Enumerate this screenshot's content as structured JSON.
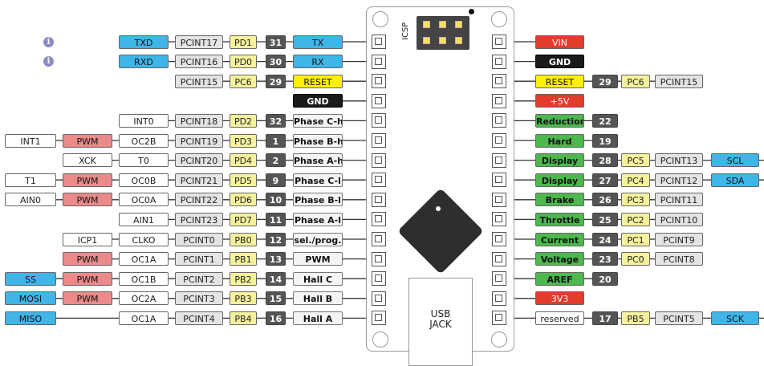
{
  "left_pins": [
    {
      "num": "31",
      "func": "TX",
      "func_color": "blue",
      "port": "PD1",
      "pcint": "PCINT17",
      "extra": [
        {
          "text": "TXD",
          "color": "blue"
        }
      ],
      "info": true
    },
    {
      "num": "30",
      "func": "RX",
      "func_color": "blue",
      "port": "PD0",
      "pcint": "PCINT16",
      "extra": [
        {
          "text": "RXD",
          "color": "blue"
        }
      ],
      "info": true
    },
    {
      "num": "29",
      "func": "RESET",
      "func_color": "yellow",
      "port": "PC6",
      "pcint": "PCINT15",
      "extra": []
    },
    {
      "num": "",
      "func": "GND",
      "func_color": "black",
      "port": "",
      "pcint": "",
      "extra": []
    },
    {
      "num": "32",
      "func": "Phase C-h",
      "func_color": "func",
      "port": "PD2",
      "pcint": "PCINT18",
      "extra": [
        {
          "text": "INT0",
          "color": "white"
        }
      ]
    },
    {
      "num": "1",
      "func": "Phase B-h",
      "func_color": "func",
      "port": "PD3",
      "pcint": "PCINT19",
      "extra": [
        {
          "text": "OC2B",
          "color": "white"
        },
        {
          "text": "PWM",
          "color": "pwm"
        },
        {
          "text": "INT1",
          "color": "white"
        }
      ]
    },
    {
      "num": "2",
      "func": "Phase A-h",
      "func_color": "func",
      "port": "PD4",
      "pcint": "PCINT20",
      "extra": [
        {
          "text": "T0",
          "color": "white"
        },
        {
          "text": "XCK",
          "color": "white"
        }
      ]
    },
    {
      "num": "9",
      "func": "Phase C-l",
      "func_color": "func",
      "port": "PD5",
      "pcint": "PCINT21",
      "extra": [
        {
          "text": "OC0B",
          "color": "white"
        },
        {
          "text": "PWM",
          "color": "pwm"
        },
        {
          "text": "T1",
          "color": "white"
        }
      ]
    },
    {
      "num": "10",
      "func": "Phase B-l",
      "func_color": "func",
      "port": "PD6",
      "pcint": "PCINT22",
      "extra": [
        {
          "text": "OC0A",
          "color": "white"
        },
        {
          "text": "PWM",
          "color": "pwm"
        },
        {
          "text": "AIN0",
          "color": "white"
        }
      ]
    },
    {
      "num": "11",
      "func": "Phase A-l",
      "func_color": "func",
      "port": "PD7",
      "pcint": "PCINT23",
      "extra": [
        {
          "text": "AIN1",
          "color": "white"
        }
      ]
    },
    {
      "num": "12",
      "func": "sel./prog.",
      "func_color": "func",
      "port": "PB0",
      "pcint": "PCINT0",
      "extra": [
        {
          "text": "CLKO",
          "color": "white"
        },
        {
          "text": "ICP1",
          "color": "white"
        }
      ]
    },
    {
      "num": "13",
      "func": "PWM",
      "func_color": "func",
      "port": "PB1",
      "pcint": "PCINT1",
      "extra": [
        {
          "text": "OC1A",
          "color": "white"
        },
        {
          "text": "PWM",
          "color": "pwm"
        }
      ]
    },
    {
      "num": "14",
      "func": "Hall C",
      "func_color": "func",
      "port": "PB2",
      "pcint": "PCINT2",
      "extra": [
        {
          "text": "OC1B",
          "color": "white"
        },
        {
          "text": "PWM",
          "color": "pwm"
        },
        {
          "text": "SS",
          "color": "blue"
        }
      ]
    },
    {
      "num": "15",
      "func": "Hall B",
      "func_color": "func",
      "port": "PB3",
      "pcint": "PCINT3",
      "extra": [
        {
          "text": "OC2A",
          "color": "white"
        },
        {
          "text": "PWM",
          "color": "pwm"
        },
        {
          "text": "MOSI",
          "color": "blue"
        }
      ]
    },
    {
      "num": "16",
      "func": "Hall A",
      "func_color": "func",
      "port": "PB4",
      "pcint": "PCINT4",
      "extra": [
        {
          "text": "OC1A",
          "color": "white"
        },
        {
          "text": "",
          "color": "none"
        },
        {
          "text": "MISO",
          "color": "blue"
        }
      ]
    }
  ],
  "right_pins": [
    {
      "func": "VIN",
      "func_color": "red",
      "num": "",
      "port": "",
      "pcint": "",
      "extra": ""
    },
    {
      "func": "GND",
      "func_color": "black",
      "num": "",
      "port": "",
      "pcint": "",
      "extra": ""
    },
    {
      "func": "RESET",
      "func_color": "yellow",
      "num": "29",
      "port": "PC6",
      "pcint": "PCINT15",
      "extra": ""
    },
    {
      "func": "+5V",
      "func_color": "red",
      "num": "",
      "port": "",
      "pcint": "",
      "extra": ""
    },
    {
      "func": "Reduction",
      "func_color": "green",
      "num": "22",
      "port": "",
      "pcint": "",
      "extra": ""
    },
    {
      "func": "Hard",
      "func_color": "green",
      "num": "19",
      "port": "",
      "pcint": "",
      "extra": ""
    },
    {
      "func": "Display",
      "func_color": "green",
      "num": "28",
      "port": "PC5",
      "pcint": "PCINT13",
      "extra": "SCL"
    },
    {
      "func": "Display",
      "func_color": "green",
      "num": "27",
      "port": "PC4",
      "pcint": "PCINT12",
      "extra": "SDA"
    },
    {
      "func": "Brake",
      "func_color": "green",
      "num": "26",
      "port": "PC3",
      "pcint": "PCINT11",
      "extra": ""
    },
    {
      "func": "Throttle",
      "func_color": "green",
      "num": "25",
      "port": "PC2",
      "pcint": "PCINT10",
      "extra": ""
    },
    {
      "func": "Current",
      "func_color": "green",
      "num": "24",
      "port": "PC1",
      "pcint": "PCINT9",
      "extra": ""
    },
    {
      "func": "Voltage",
      "func_color": "green",
      "num": "23",
      "port": "PC0",
      "pcint": "PCINT8",
      "extra": ""
    },
    {
      "func": "AREF",
      "func_color": "green",
      "num": "20",
      "port": "",
      "pcint": "",
      "extra": ""
    },
    {
      "func": "3V3",
      "func_color": "red",
      "num": "",
      "port": "",
      "pcint": "",
      "extra": ""
    },
    {
      "func": "reserved",
      "func_color": "white",
      "num": "17",
      "port": "PB5",
      "pcint": "PCINT5",
      "extra": "SCK"
    }
  ],
  "board": {
    "icsp_label": "ICSP",
    "usb_label_1": "USB",
    "usb_label_2": "JACK"
  },
  "colors": {
    "blue": "#3fb5e8",
    "pwm": "#ea8a8a",
    "port": "#f6f29c",
    "dark": "#555555",
    "yellow": "#fef003",
    "black": "#1a1a1a",
    "red": "#e33b2c",
    "green": "#4db84d"
  }
}
